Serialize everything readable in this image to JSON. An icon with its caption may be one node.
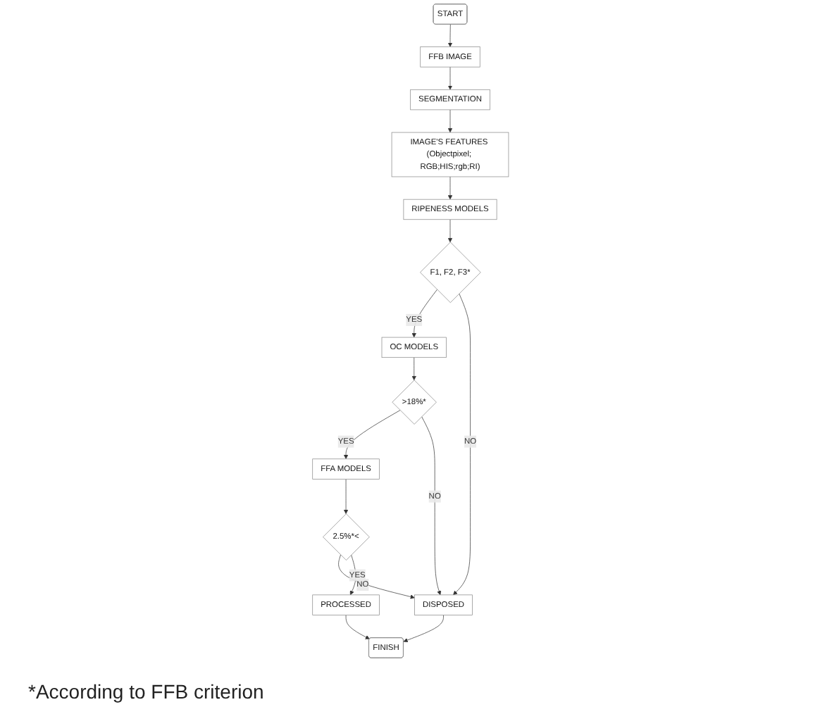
{
  "diagram": {
    "nodes": [
      {
        "text": [
          "START"
        ]
      },
      {
        "text": [
          "FFB IMAGE"
        ]
      },
      {
        "text": [
          "SEGMENTATION"
        ]
      },
      {
        "text": [
          "IMAGE'S FEATURES (Objectpixel; RGB;HIS;rgb;RI)"
        ]
      },
      {
        "text": [
          "RIPENESS MODELS"
        ]
      },
      {
        "text": [
          "F1, F2, F3*"
        ]
      },
      {
        "text": [
          "OC MODELS"
        ]
      },
      {
        "text": [
          ">18%*"
        ]
      },
      {
        "text": [
          "FFA MODELS"
        ]
      },
      {
        "text": [
          "2.5%*<"
        ]
      },
      {
        "text": [
          "DISPOSED"
        ]
      },
      {
        "text": [
          "PROCESSED"
        ]
      },
      {
        "text": [
          "FINISH"
        ]
      }
    ],
    "edges": [
      {
        "from": 0,
        "to": 1,
        "arrow": "to"
      },
      {
        "from": 1,
        "to": 2,
        "arrow": "to"
      },
      {
        "from": 2,
        "to": 3,
        "arrow": "to"
      },
      {
        "from": 3,
        "to": 4,
        "arrow": "to"
      },
      {
        "from": 4,
        "to": 5,
        "arrow": "to"
      },
      {
        "from": 5,
        "to": 6,
        "arrow": "to",
        "label": "YES"
      },
      {
        "from": 5,
        "to": 10,
        "arrow": "to",
        "label": "NO"
      },
      {
        "from": 6,
        "to": 7,
        "arrow": "to"
      },
      {
        "from": 7,
        "to": 8,
        "arrow": "to",
        "label": "YES"
      },
      {
        "from": 7,
        "to": 10,
        "arrow": "to",
        "label": "NO"
      },
      {
        "from": 8,
        "to": 9,
        "arrow": "to"
      },
      {
        "from": 9,
        "to": 10,
        "arrow": "to",
        "label": "NO"
      },
      {
        "from": 9,
        "to": 11,
        "arrow": "to",
        "label": "YES"
      },
      {
        "from": 11,
        "to": 12,
        "arrow": "to"
      },
      {
        "from": 10,
        "to": 12,
        "arrow": "to"
      }
    ],
    "labels": [
      "*According to FFB criterion"
    ]
  }
}
